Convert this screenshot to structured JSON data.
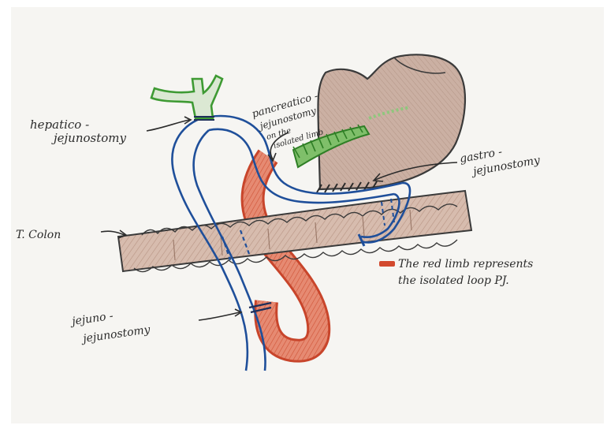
{
  "labels": {
    "hepatico_line1": "hepatico -",
    "hepatico_line2": "jejunostomy",
    "pancreatico_line1": "pancreatico -",
    "pancreatico_line2": "jejunostomy",
    "pancreatico_line3": "on the",
    "pancreatico_line4": "isolated limb",
    "gastro_line1": "gastro -",
    "gastro_line2": "jejunostomy",
    "colon": "T. Colon",
    "jejuno_line1": "jejuno -",
    "jejuno_line2": "jejunostomy",
    "legend_line1": "The red limb represents",
    "legend_line2": "the isolated loop PJ."
  },
  "colors": {
    "paper": "#f6f5f2",
    "blue_limb": "#1f4f9a",
    "red_limb": "#d2492e",
    "bile_duct": "#3e9a33",
    "stomach": "#c9aa9b",
    "colon": "#cfb3a3",
    "pancreas_graft": "#3e9a33",
    "ink": "#2b2b2b"
  },
  "icons": {
    "legend_swatch": "red-limb-swatch"
  }
}
